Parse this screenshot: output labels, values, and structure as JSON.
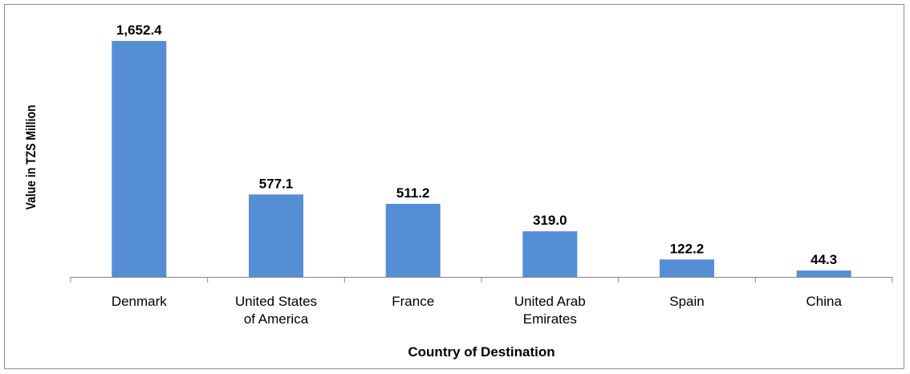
{
  "chart_data": {
    "type": "bar",
    "title": "",
    "xlabel": "Country of Destination",
    "ylabel": "Value in TZS Million",
    "categories": [
      [
        "Denmark"
      ],
      [
        "United States",
        "of America"
      ],
      [
        "France"
      ],
      [
        "United Arab",
        "Emirates"
      ],
      [
        "Spain"
      ],
      [
        "China"
      ]
    ],
    "values": [
      1652.4,
      577.1,
      511.2,
      319.0,
      122.2,
      44.3
    ],
    "data_labels": [
      "1,652.4",
      "577.1",
      "511.2",
      "319.0",
      "122.2",
      "44.3"
    ],
    "ylim": [
      0,
      1652.4
    ],
    "grid": false,
    "legend": "none",
    "bar_color": "#558ed5"
  }
}
